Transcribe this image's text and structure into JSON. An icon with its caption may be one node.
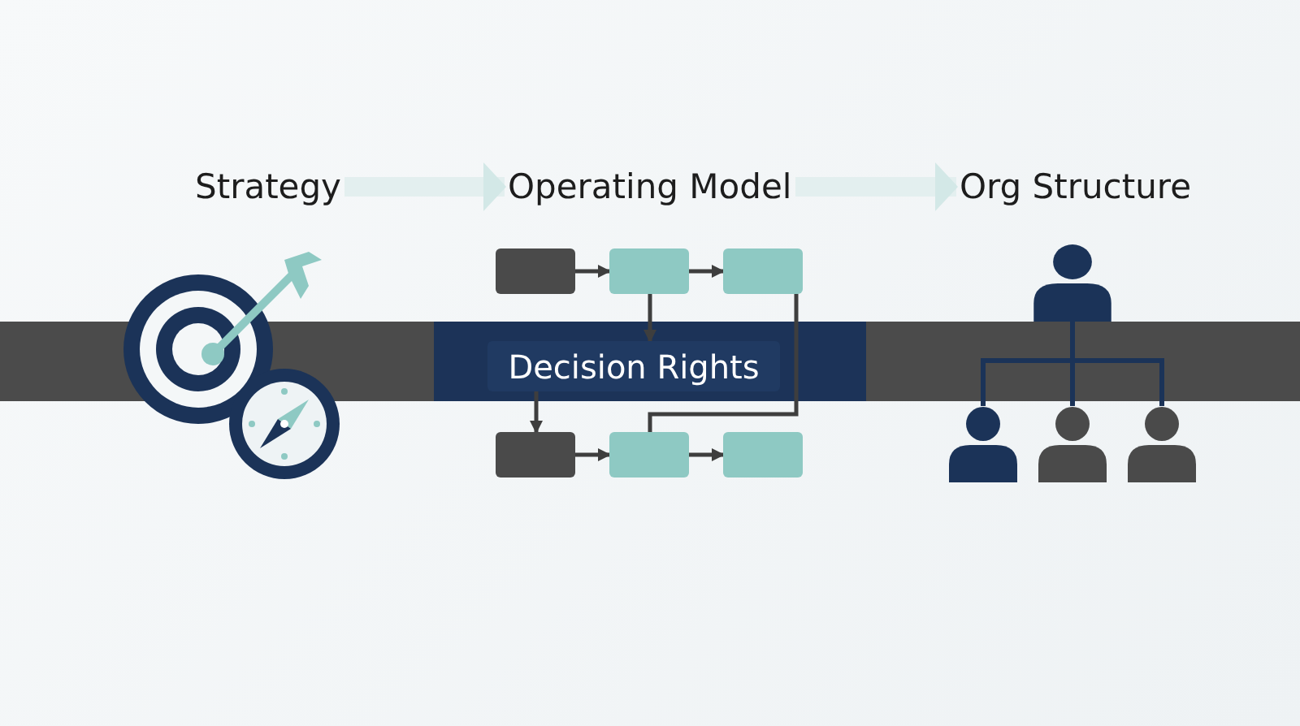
{
  "diagram": {
    "nodes": [
      {
        "text": [
          "Strategy"
        ]
      },
      {
        "text": [
          "Operating Model"
        ]
      },
      {
        "text": [
          "Org Structure"
        ]
      },
      {
        "text": [
          "Decision Rights"
        ]
      },
      {
        "text": [],
        "shape": "box"
      },
      {
        "text": [],
        "shape": "box"
      },
      {
        "text": [],
        "shape": "box"
      },
      {
        "text": [],
        "shape": "box"
      },
      {
        "text": [],
        "shape": "box"
      },
      {
        "text": [],
        "shape": "box"
      },
      {
        "text": [],
        "shape": "person"
      },
      {
        "text": [],
        "shape": "person"
      },
      {
        "text": [],
        "shape": "person"
      },
      {
        "text": [],
        "shape": "person"
      }
    ],
    "edges": [
      {
        "from": 0,
        "to": 1,
        "arrow": "to",
        "style": "thick",
        "color": "#e3efef"
      },
      {
        "from": 1,
        "to": 2,
        "arrow": "to",
        "style": "thick",
        "color": "#e3efef"
      },
      {
        "from": 4,
        "to": 5,
        "arrow": "to"
      },
      {
        "from": 5,
        "to": 6,
        "arrow": "to"
      },
      {
        "from": 5,
        "to": 3,
        "arrow": "to"
      },
      {
        "from": 3,
        "to": 7,
        "arrow": "to"
      },
      {
        "from": 6,
        "to": 8,
        "arrow": "none"
      },
      {
        "from": 7,
        "to": 8,
        "arrow": "to"
      },
      {
        "from": 8,
        "to": 9,
        "arrow": "to"
      },
      {
        "from": 10,
        "to": 11,
        "arrow": "none",
        "color": "#1b3358"
      },
      {
        "from": 10,
        "to": 12,
        "arrow": "none",
        "color": "#1b3358"
      },
      {
        "from": 10,
        "to": 13,
        "arrow": "none",
        "color": "#1b3358"
      }
    ]
  }
}
